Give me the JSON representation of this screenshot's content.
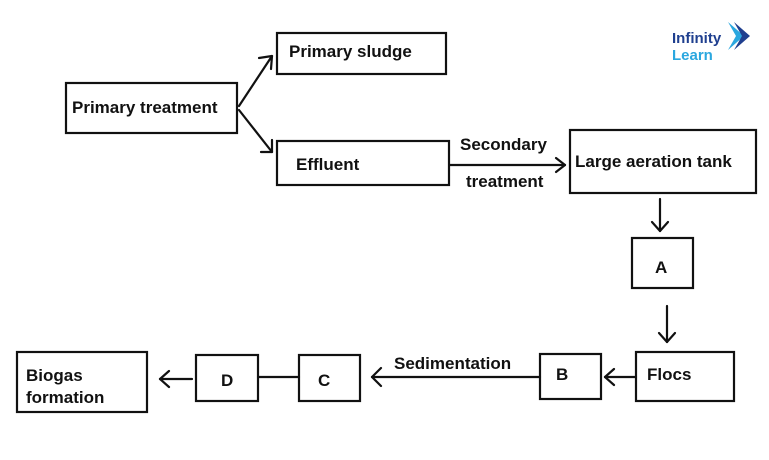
{
  "nodes": {
    "primary_treatment": "Primary treatment",
    "primary_sludge": "Primary sludge",
    "effluent": "Effluent",
    "aeration_tank": "Large aeration tank",
    "a": "A",
    "flocs": "Flocs",
    "b": "B",
    "c": "C",
    "d": "D",
    "biogas_line1": "Biogas",
    "biogas_line2": "formation"
  },
  "edge_labels": {
    "secondary_line1": "Secondary",
    "secondary_line2": "treatment",
    "sedimentation": "Sedimentation"
  },
  "logo": {
    "line1": "Infinity",
    "line2": "Learn",
    "brand_color": "#1f3f8f",
    "accent_color": "#2aa7df"
  }
}
